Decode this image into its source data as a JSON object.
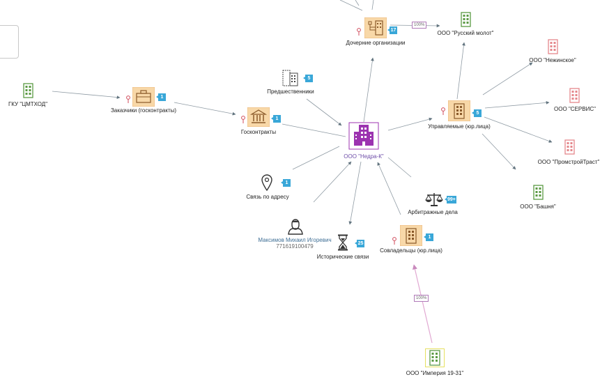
{
  "colors": {
    "center": "#9c33b0",
    "edge": "#8e9aa3",
    "ownership_edge": "#e1a8d2",
    "badge": "#39a7d8",
    "group_fill": "#f8d8a8",
    "active_company": "#5b9a43",
    "liquidated_company": "#e5878b"
  },
  "graph": {
    "center_node": {
      "label": "ООО \"Недра-К\"",
      "icon": "building-icon"
    },
    "groups": {
      "subsidiaries": {
        "label": "Дочерние организации",
        "count": "17",
        "icon": "org-structure-icon"
      },
      "managed": {
        "label": "Управляемые (юр.лица)",
        "count": "5",
        "icon": "office-building-icon"
      },
      "customers": {
        "label": "Заказчики (госконтракты)",
        "count": "1",
        "icon": "briefcase-icon"
      },
      "goscontracts": {
        "label": "Госконтракты",
        "count": "1",
        "icon": "government-building-icon"
      },
      "predecessors": {
        "label": "Предшественники",
        "count": "5",
        "icon": "building-outline-icon"
      },
      "address": {
        "label": "Связь по адресу",
        "count": "1",
        "icon": "map-pin-icon"
      },
      "arbitration": {
        "label": "Арбитражные дела",
        "count": "99+",
        "icon": "scales-icon"
      },
      "cofounders": {
        "label": "Совладельцы (юр.лица)",
        "count": "1",
        "icon": "office-building-icon"
      },
      "historical": {
        "label": "Исторические связи",
        "count": "25",
        "icon": "hourglass-icon"
      }
    },
    "person": {
      "name": "Максимов Михаил Игоревич",
      "inn": "771619100479",
      "icon": "person-icon"
    },
    "companies": {
      "russky_molot": {
        "label": "ООО \"Русский молот\"",
        "status": "active"
      },
      "nezhinskoe": {
        "label": "ООО \"Нежинское\"",
        "status": "liquidated"
      },
      "servis": {
        "label": "ООО \"СЕРВИС\"",
        "status": "liquidated"
      },
      "promstroytrast": {
        "label": "ООО \"ПромстройТраст\"",
        "status": "liquidated"
      },
      "bashnya": {
        "label": "ООО \"Башня\"",
        "status": "active"
      },
      "gku": {
        "label": "ГКУ \"ЦМТХОД\"",
        "status": "active"
      },
      "imperia": {
        "label": "ООО \"Империя 19-31\"",
        "status": "active"
      }
    },
    "shares": {
      "russky_molot": "100%",
      "imperia": "100%"
    }
  }
}
